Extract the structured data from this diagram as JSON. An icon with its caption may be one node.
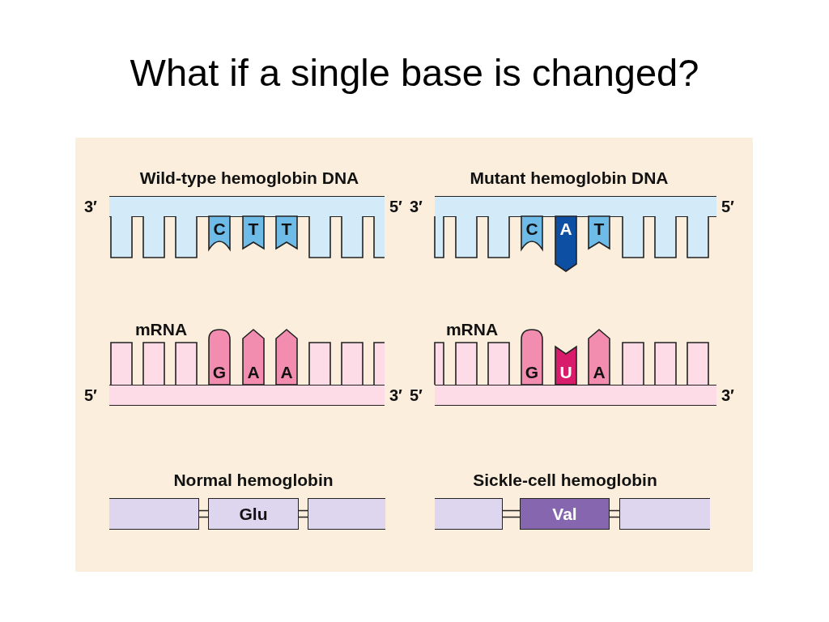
{
  "diagram": {
    "title": "What if a single base is changed?",
    "nodes": [
      {
        "text": [],
        "shape": "bar",
        "beside": [
          "3′",
          "5′"
        ]
      },
      {
        "text": [],
        "shape": "box"
      },
      {
        "text": [],
        "shape": "box"
      },
      {
        "text": [],
        "shape": "box"
      },
      {
        "text": [
          "C"
        ]
      },
      {
        "text": [
          "T"
        ]
      },
      {
        "text": [
          "T"
        ]
      },
      {
        "text": [],
        "shape": "box"
      },
      {
        "text": [],
        "shape": "box"
      },
      {
        "text": [],
        "shape": "box"
      },
      {
        "text": [],
        "shape": "bar",
        "beside": [
          "3′",
          "5′"
        ]
      },
      {
        "text": [],
        "shape": "box"
      },
      {
        "text": [],
        "shape": "box"
      },
      {
        "text": [],
        "shape": "box"
      },
      {
        "text": [
          "C"
        ]
      },
      {
        "text": [
          "A"
        ]
      },
      {
        "text": [
          "T"
        ]
      },
      {
        "text": [],
        "shape": "box"
      },
      {
        "text": [],
        "shape": "box"
      },
      {
        "text": [],
        "shape": "box"
      },
      {
        "text": [],
        "shape": "box"
      },
      {
        "text": [],
        "shape": "box"
      },
      {
        "text": [],
        "shape": "box"
      },
      {
        "text": [
          "G"
        ]
      },
      {
        "text": [
          "A"
        ]
      },
      {
        "text": [
          "A"
        ]
      },
      {
        "text": [],
        "shape": "box"
      },
      {
        "text": [],
        "shape": "box"
      },
      {
        "text": [],
        "shape": "box"
      },
      {
        "text": [],
        "shape": "bar",
        "beside": [
          "5′",
          "3′"
        ]
      },
      {
        "text": [],
        "shape": "box"
      },
      {
        "text": [],
        "shape": "box"
      },
      {
        "text": [],
        "shape": "box"
      },
      {
        "text": [
          "G"
        ]
      },
      {
        "text": [
          "U"
        ]
      },
      {
        "text": [
          "A"
        ]
      },
      {
        "text": [],
        "shape": "box"
      },
      {
        "text": [],
        "shape": "box"
      },
      {
        "text": [],
        "shape": "box"
      },
      {
        "text": [],
        "shape": "bar",
        "beside": [
          "5′",
          "3′"
        ]
      },
      {
        "text": [],
        "shape": "box"
      },
      {
        "text": [
          "Glu"
        ]
      },
      {
        "text": [],
        "shape": "box"
      },
      {
        "text": [],
        "shape": "box"
      },
      {
        "text": [
          "Val"
        ]
      },
      {
        "text": [],
        "shape": "box"
      }
    ],
    "edges": [
      {
        "from": 40,
        "to": 41,
        "arrow": "none"
      },
      {
        "from": 41,
        "to": 42,
        "arrow": "none"
      },
      {
        "from": 43,
        "to": 44,
        "arrow": "none"
      },
      {
        "from": 44,
        "to": 45,
        "arrow": "none"
      }
    ],
    "labels": [
      "Wild-type hemoglobin DNA",
      "Mutant hemoglobin DNA",
      "mRNA",
      "mRNA",
      "Normal hemoglobin",
      "Sickle-cell hemoglobin"
    ]
  }
}
